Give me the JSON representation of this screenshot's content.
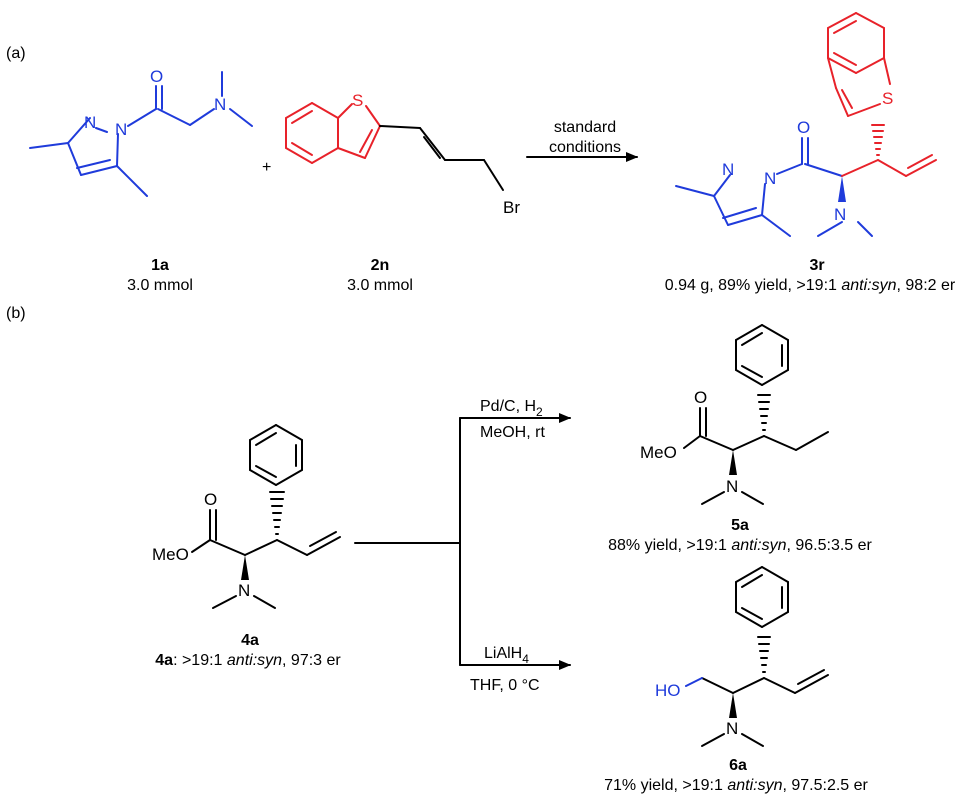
{
  "panels": {
    "a": "(a)",
    "b": "(b)"
  },
  "atoms": {
    "N": "N",
    "O": "O",
    "S": "S",
    "Br": "Br",
    "MeO": "MeO",
    "HO": "HO"
  },
  "plus": "+",
  "reaction_a": {
    "conditions_line1": "standard",
    "conditions_line2": "conditions",
    "reactant1": {
      "id": "1a",
      "amount": "3.0 mmol"
    },
    "reactant2": {
      "id": "2n",
      "amount": "3.0 mmol"
    },
    "product": {
      "id": "3r",
      "result_pre": "0.94 g, 89% yield, >19:1 ",
      "result_italic": "anti:syn",
      "result_post": ", 98:2 er"
    }
  },
  "reaction_b": {
    "starting_material": {
      "id": "4a",
      "result_bold": "4a",
      "result_pre": ": >19:1 ",
      "result_italic": "anti:syn",
      "result_post": ", 97:3 er"
    },
    "top_conditions_line1_pre": "Pd/C, H",
    "top_conditions_line1_sub": "2",
    "top_conditions_line2": "MeOH, rt",
    "bottom_conditions_line1_pre": "LiAlH",
    "bottom_conditions_line1_sub": "4",
    "bottom_conditions_line2": "THF, 0 °C",
    "product_top": {
      "id": "5a",
      "result_pre": "88% yield, >19:1 ",
      "result_italic": "anti:syn",
      "result_post": ", 96.5:3.5 er"
    },
    "product_bottom": {
      "id": "6a",
      "result_pre": "71% yield, >19:1 ",
      "result_italic": "anti:syn",
      "result_post": ", 97.5:2.5 er"
    }
  },
  "colors": {
    "pyrazole_amide": "#1f3bdb",
    "benzothiophene": "#e8222a",
    "hydroxyl": "#1f3bdb"
  }
}
